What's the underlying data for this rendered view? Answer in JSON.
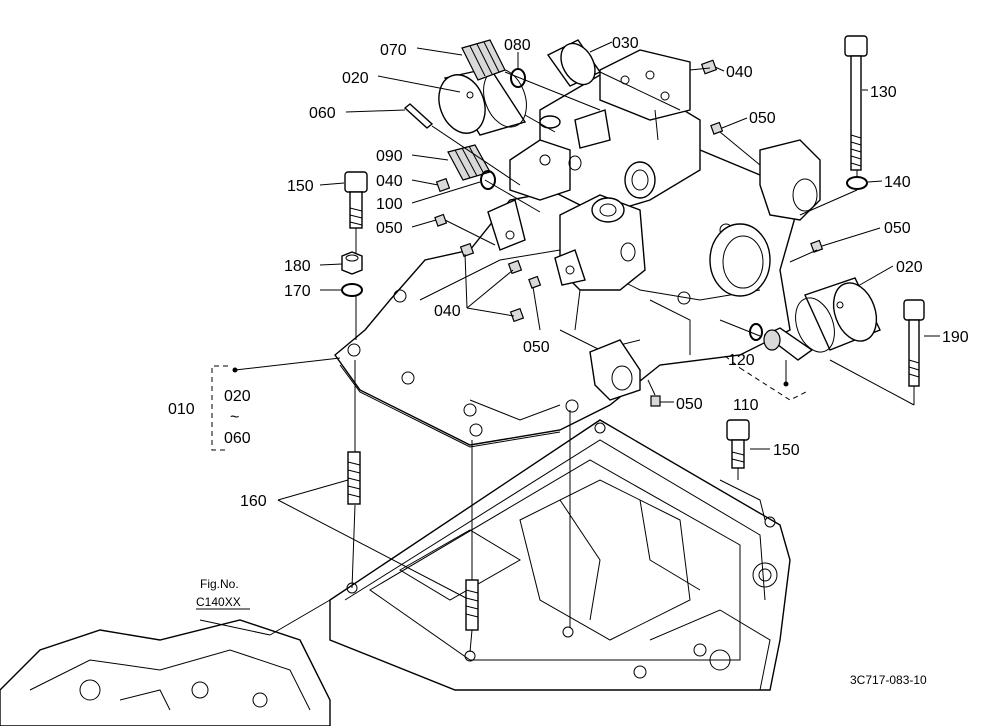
{
  "diagram": {
    "labels": {
      "p010": "010",
      "p020_a": "020",
      "p020_b": "020",
      "p020_c": "020",
      "p030": "030",
      "p040_a": "040",
      "p040_b": "040",
      "p040_c": "040",
      "p050_a": "050",
      "p050_b": "050",
      "p050_c": "050",
      "p050_d": "050",
      "p050_e": "050",
      "p060_a": "060",
      "p060_b": "060",
      "p070": "070",
      "p080": "080",
      "p090": "090",
      "p100": "100",
      "p110": "110",
      "p120": "120",
      "p130": "130",
      "p140": "140",
      "p150_a": "150",
      "p150_b": "150",
      "p160": "160",
      "p170": "170",
      "p180": "180",
      "p190": "190",
      "tilde": "~"
    },
    "figure_ref": {
      "title": "Fig.No.",
      "code": "C140XX"
    },
    "drawing_number": "3C717-083-10"
  }
}
